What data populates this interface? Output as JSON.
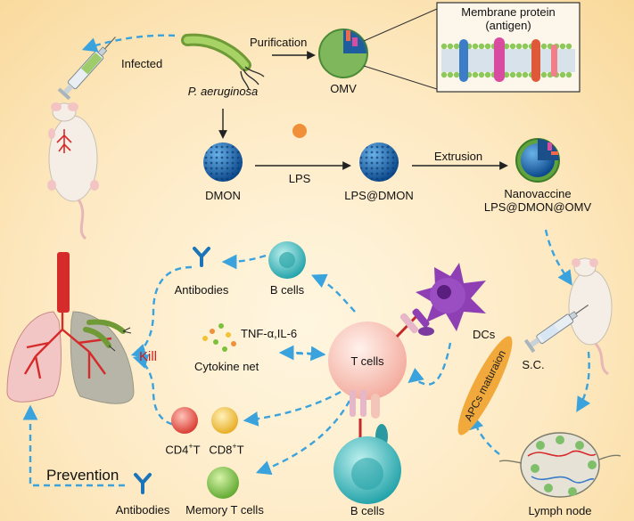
{
  "labels": {
    "infected": "Infected",
    "purification": "Purification",
    "p_aeruginosa": "P. aeruginosa",
    "omv": "OMV",
    "membrane_protein_line1": "Membrane protein",
    "membrane_protein_line2": "(antigen)",
    "dmon": "DMON",
    "lps": "LPS",
    "lps_dmon": "LPS@DMON",
    "extrusion": "Extrusion",
    "nanovaccine_line1": "Nanovaccine",
    "nanovaccine_line2": "LPS@DMON@OMV",
    "antibodies_top": "Antibodies",
    "b_cells_top": "B cells",
    "tnf": "TNF-α,IL-6",
    "cytokine_net": "Cytokine net",
    "kill": "Kill",
    "t_cells": "T cells",
    "dcs": "DCs",
    "sc": "S.C.",
    "cd4": "CD4",
    "cd8": "CD8",
    "cd_sup": "+",
    "cd_t": "T",
    "prevention": "Prevention",
    "antibodies_bottom": "Antibodies",
    "memory_t": "Memory T cells",
    "b_cells_bottom": "B cells",
    "apcs": "APCs maturaion",
    "lymph_node": "Lymph node"
  },
  "colors": {
    "arrow_blue": "#3aa2dc",
    "t_cell": "#f7c4b5",
    "b_cell": "#4fc3c3",
    "dc": "#8e3fb4",
    "cd4": "#e94b3c",
    "cd8": "#f2c233",
    "memory_t": "#7cc13c",
    "omv_green": "#8cc06a",
    "dmon_blue": "#1f6bb3",
    "lps_orange": "#f0903a",
    "lung_pink": "#f3c6c6",
    "lung_red": "#d62b2b",
    "apc_ellipse": "#f2a93b",
    "bacterium": "#8cc14a",
    "kill_red": "#d01b1b"
  }
}
